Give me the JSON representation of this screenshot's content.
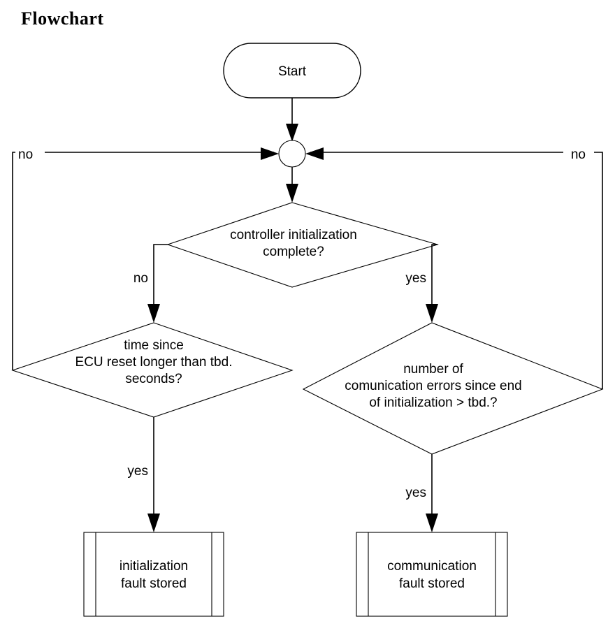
{
  "title": "Flowchart",
  "diagram": {
    "type": "flowchart",
    "nodes": {
      "start": {
        "shape": "stadium",
        "label": "Start"
      },
      "junction": {
        "shape": "circle",
        "label": ""
      },
      "decision_init": {
        "shape": "diamond",
        "line1": "controller initialization",
        "line2": "complete?"
      },
      "decision_time": {
        "shape": "diamond",
        "line1": "time since",
        "line2": "ECU reset longer than tbd.",
        "line3": "seconds?"
      },
      "decision_comm": {
        "shape": "diamond",
        "line1": "number of",
        "line2": "comunication errors since end",
        "line3": "of initialization > tbd.?"
      },
      "process_init_fault": {
        "shape": "predefined-process",
        "line1": "initialization",
        "line2": "fault stored"
      },
      "process_comm_fault": {
        "shape": "predefined-process",
        "line1": "communication",
        "line2": "fault stored"
      }
    },
    "edge_labels": {
      "loop_left_no": "no",
      "loop_right_no": "no",
      "init_no": "no",
      "init_yes": "yes",
      "time_yes": "yes",
      "comm_yes": "yes"
    },
    "colors": {
      "stroke": "#000000",
      "fill": "#ffffff",
      "text": "#000000"
    }
  }
}
